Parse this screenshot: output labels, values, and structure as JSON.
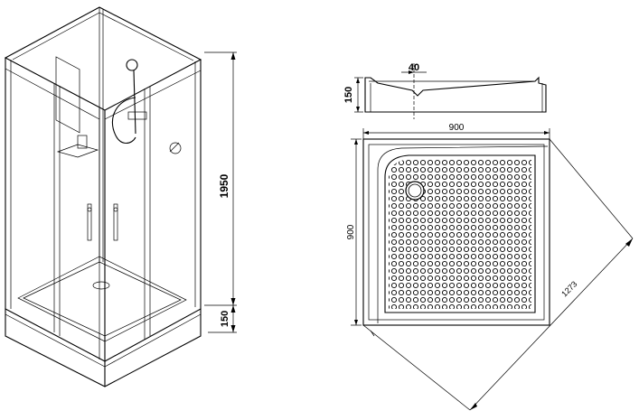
{
  "dimensions": {
    "cabin_height": "1950",
    "tray_height_left": "150",
    "tray_height_side": "150",
    "drain_offset": "40",
    "tray_width": "900",
    "tray_depth": "900",
    "diagonal": "1273"
  }
}
